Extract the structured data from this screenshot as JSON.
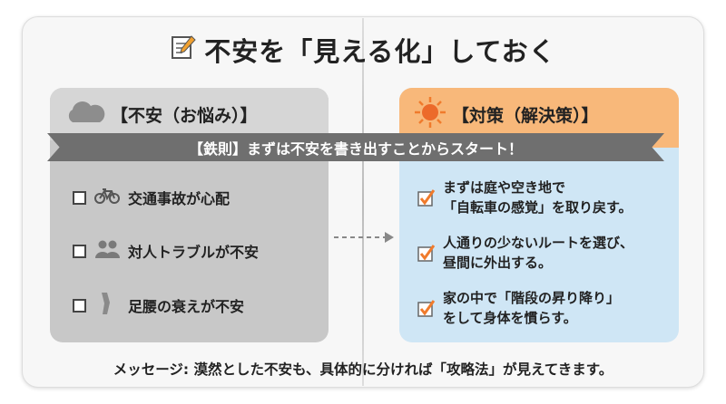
{
  "title": "不安を「見える化」しておく",
  "left": {
    "header": "【不安（お悩み）】",
    "items": [
      {
        "icon": "bicycle-icon",
        "label": "交通事故が心配"
      },
      {
        "icon": "people-icon",
        "label": "対人トラブルが不安"
      },
      {
        "icon": "knee-icon",
        "label": "足腰の衰えが不安"
      }
    ]
  },
  "right": {
    "header": "【対策（解決策）】",
    "items": [
      {
        "line1": "まずは庭や空き地で",
        "line2": "「自転車の感覚」を取り戻す。"
      },
      {
        "line1": "人通りの少ないルートを選び、",
        "line2": "昼間に外出する。"
      },
      {
        "line1": "家の中で「階段の昇り降り」",
        "line2": "をして身体を慣らす。"
      }
    ]
  },
  "banner": "【鉄則】まずは不安を書き出すことからスタート！",
  "message": "メッセージ: 漠然とした不安も、具体的に分ければ「攻略法」が見えてきます。",
  "colors": {
    "accent": "#f07b2c",
    "left_panel": "#c8c8c8",
    "right_header": "#f8b87a",
    "right_body": "#cfe6f5",
    "banner": "#6f6f6f"
  }
}
